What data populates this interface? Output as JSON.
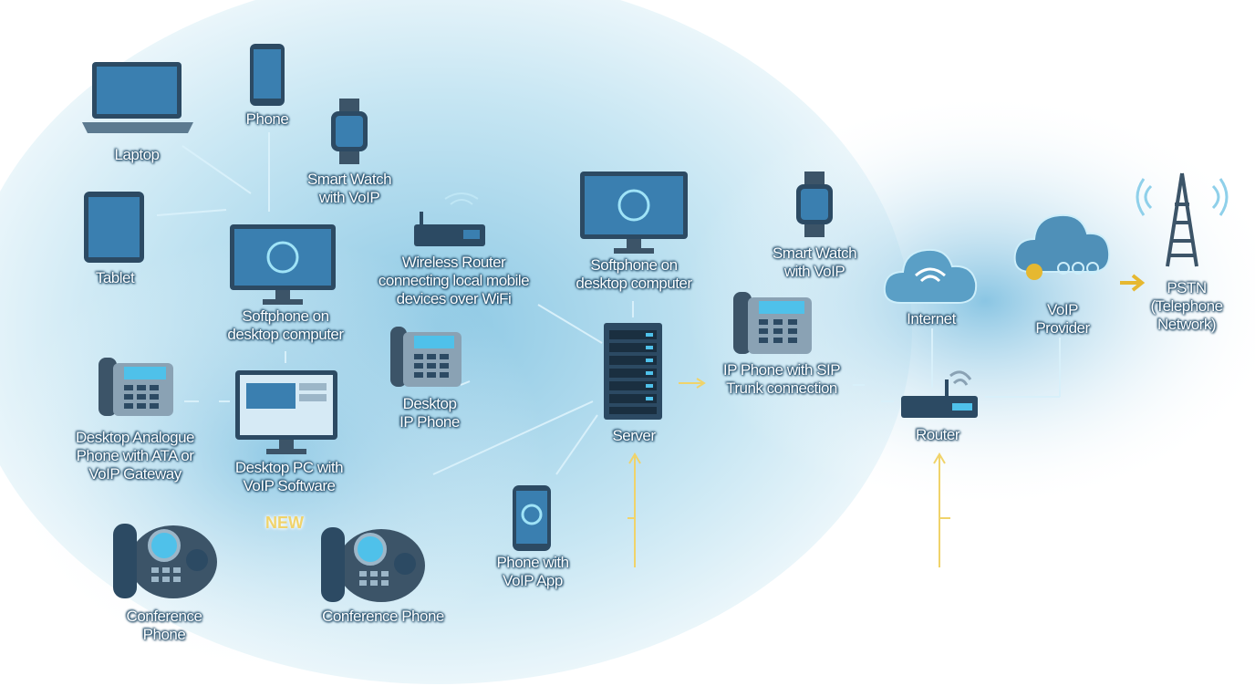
{
  "labels": {
    "laptop": "Laptop",
    "phone": "Phone",
    "smart_watch_left": "Smart Watch\nwith VoIP",
    "tablet": "Tablet",
    "softphone_left": "Softphone on\ndesktop computer",
    "wireless_router": "Wireless Router\nconnecting local mobile\ndevices over WiFi",
    "softphone_center": "Softphone on\ndesktop computer",
    "smart_watch_right": "Smart Watch\nwith VoIP",
    "internet": "Internet",
    "voip_provider": "VoIP\nProvider",
    "pstn": "PSTN\n(Telephone\nNetwork)",
    "analogue_phone": "Desktop Analogue\nPhone with ATA or\nVoIP Gateway",
    "desktop_pc": "Desktop PC with\nVoIP Software",
    "desktop_ip_phone": "Desktop\nIP Phone",
    "server": "Server",
    "ip_phone_sip": "IP Phone with SIP\nTrunk connection",
    "router": "Router",
    "phone_voip_app": "Phone with\nVoIP App",
    "conference_phone_left": "Conference\nPhone",
    "conference_phone_right": "Conference Phone",
    "new_badge": "NEW"
  },
  "colors": {
    "background_glow": "#b9dff0",
    "connector": "#bfe6f5",
    "accent_arrow": "#f0d36a",
    "screen": "#3a7fb0",
    "device_body": "#2c4a63"
  }
}
